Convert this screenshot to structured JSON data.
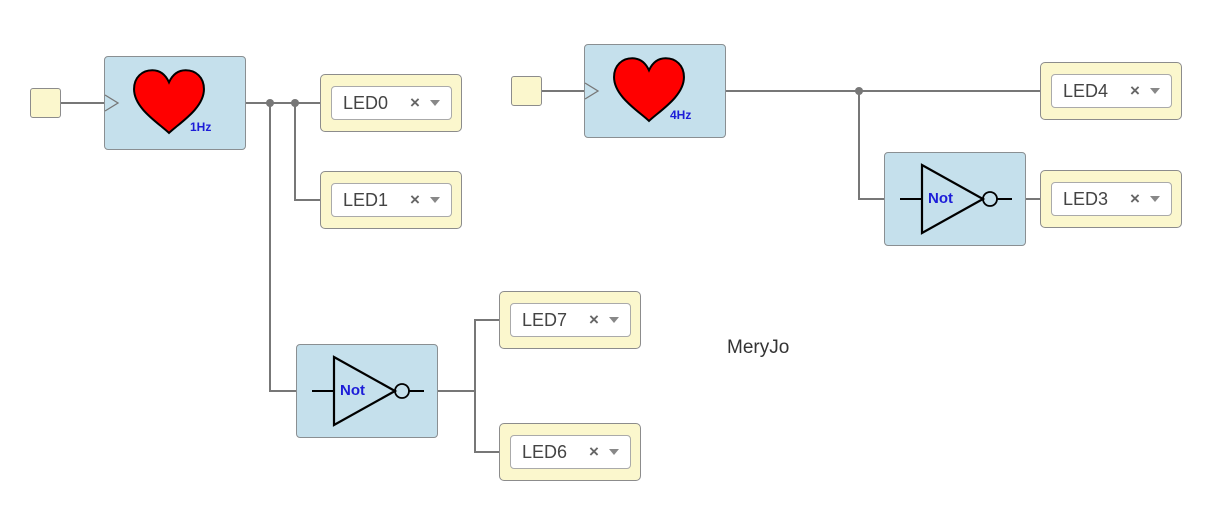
{
  "colors": {
    "block_fill": "#c5e0ec",
    "io_fill": "#fbf7cd",
    "wire": "#777777",
    "heart": "#ff0000",
    "label_blue": "#1c1cd8"
  },
  "icons": {
    "clock": "heart-icon",
    "clock_input": "clock-input-marker-icon",
    "not_gate": "not-gate-icon",
    "clear": "clear-icon",
    "dropdown": "chevron-down-icon"
  },
  "circuits": [
    {
      "clock": {
        "frequency": "1Hz"
      },
      "not_gate": {
        "label": "Not"
      },
      "outputs": [
        {
          "value": "LED0"
        },
        {
          "value": "LED1"
        },
        {
          "value": "LED7"
        },
        {
          "value": "LED6"
        }
      ]
    },
    {
      "clock": {
        "frequency": "4Hz"
      },
      "not_gate": {
        "label": "Not"
      },
      "outputs": [
        {
          "value": "LED4"
        },
        {
          "value": "LED3"
        }
      ]
    }
  ],
  "select": {
    "clear_glyph": "×"
  },
  "info": {
    "text": "MeryJo"
  }
}
